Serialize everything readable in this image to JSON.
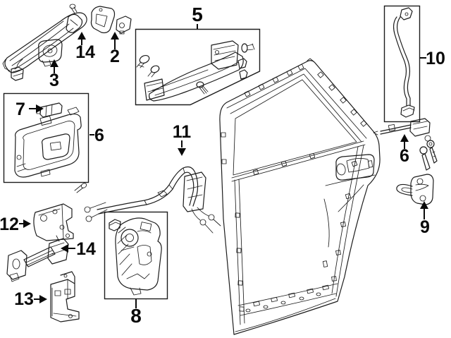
{
  "diagram": {
    "background_color": "#ffffff",
    "line_color": "#1c1c1c",
    "label_color": "#0a0a0a",
    "type": "exploded-parts-diagram",
    "subject": "rear door lock and hardware"
  },
  "callouts": {
    "outer_handle_base": {
      "label": "14"
    },
    "handle_cover": {
      "label": "2"
    },
    "handle_bracket": {
      "label": "3"
    },
    "handle_base_assembly": {
      "label": "5"
    },
    "inner_handle_assembly": {
      "label": "6"
    },
    "handle_switch": {
      "label": "7"
    },
    "door_latch": {
      "label": "8"
    },
    "striker": {
      "label": "9"
    },
    "lock_rod": {
      "label": "10"
    },
    "lock_cables": {
      "label": "11"
    },
    "upper_hinge": {
      "label": "12"
    },
    "lower_hinge": {
      "label": "13"
    },
    "door_check": {
      "label": "14"
    },
    "lock_cylinder_rod": {
      "label": "6"
    }
  }
}
